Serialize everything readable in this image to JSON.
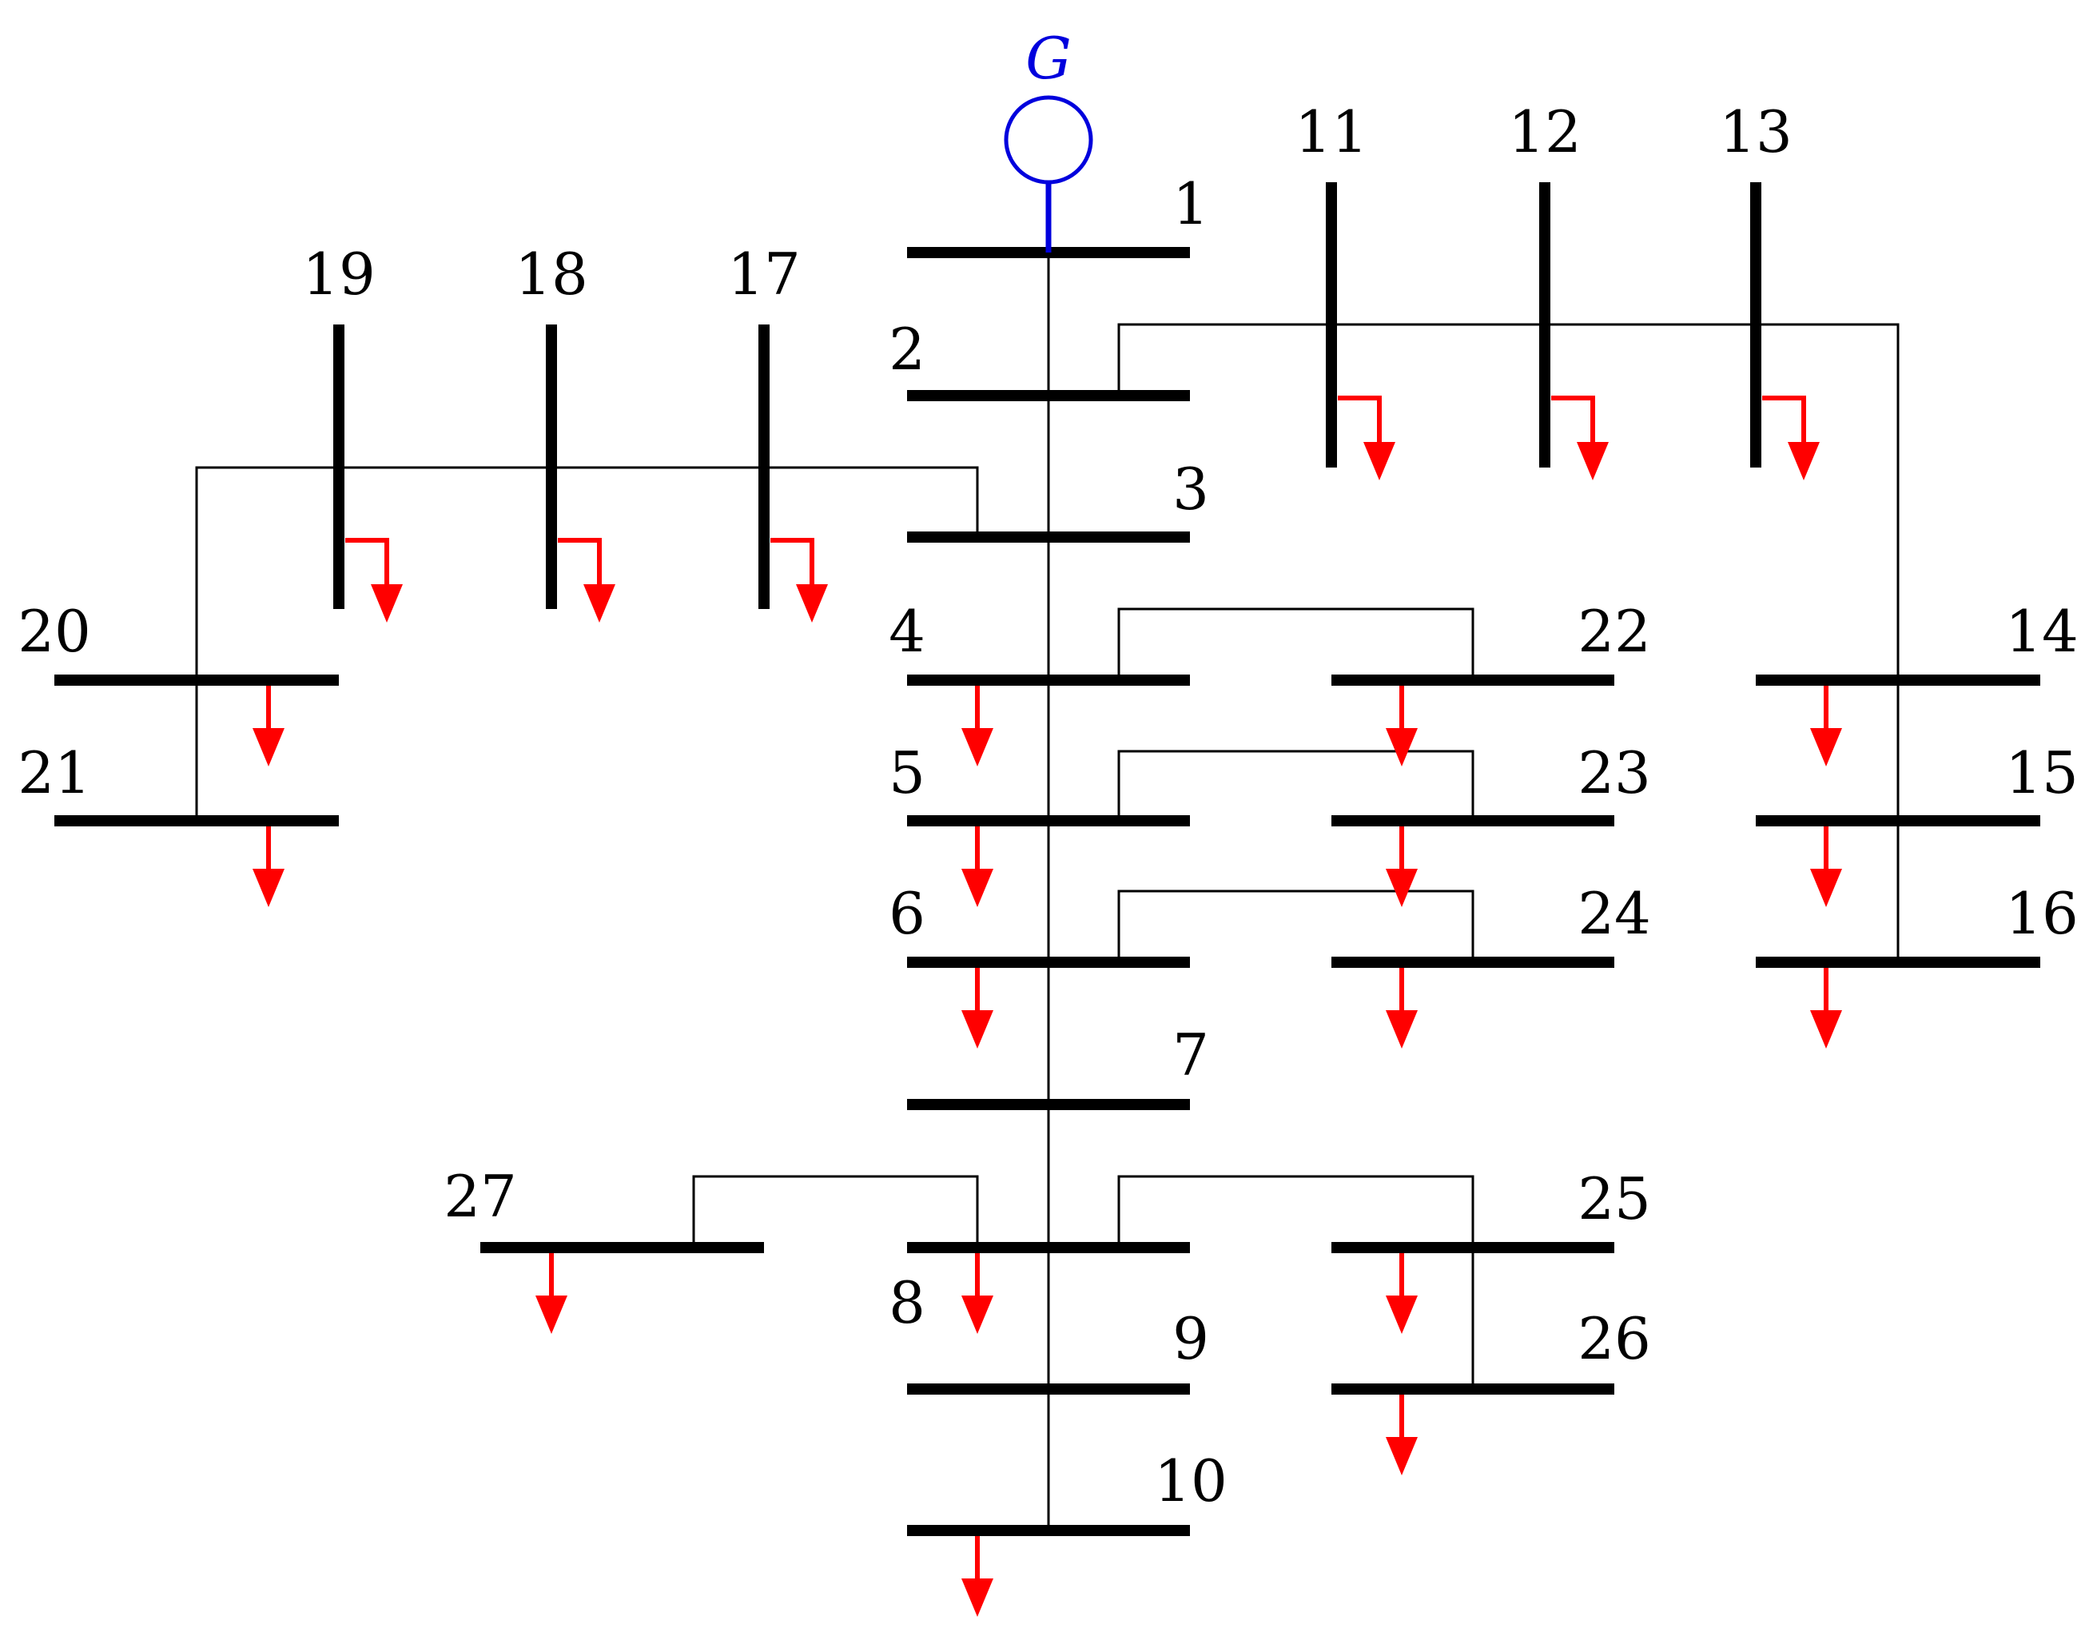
{
  "colors": {
    "bus": "#000000",
    "line": "#000000",
    "load": "#ff0000",
    "generator": "#0000dd",
    "background": "#ffffff"
  },
  "generator": {
    "label": "G",
    "bus": "1"
  },
  "buses": [
    {
      "id": "1"
    },
    {
      "id": "2"
    },
    {
      "id": "3"
    },
    {
      "id": "4"
    },
    {
      "id": "5"
    },
    {
      "id": "6"
    },
    {
      "id": "7"
    },
    {
      "id": "8"
    },
    {
      "id": "9"
    },
    {
      "id": "10"
    },
    {
      "id": "11"
    },
    {
      "id": "12"
    },
    {
      "id": "13"
    },
    {
      "id": "14"
    },
    {
      "id": "15"
    },
    {
      "id": "16"
    },
    {
      "id": "17"
    },
    {
      "id": "18"
    },
    {
      "id": "19"
    },
    {
      "id": "20"
    },
    {
      "id": "21"
    },
    {
      "id": "22"
    },
    {
      "id": "23"
    },
    {
      "id": "24"
    },
    {
      "id": "25"
    },
    {
      "id": "26"
    },
    {
      "id": "27"
    }
  ],
  "branches": [
    [
      "1",
      "2"
    ],
    [
      "2",
      "3"
    ],
    [
      "3",
      "4"
    ],
    [
      "4",
      "5"
    ],
    [
      "5",
      "6"
    ],
    [
      "6",
      "7"
    ],
    [
      "7",
      "8"
    ],
    [
      "8",
      "9"
    ],
    [
      "9",
      "10"
    ],
    [
      "2",
      "11"
    ],
    [
      "11",
      "12"
    ],
    [
      "12",
      "13"
    ],
    [
      "13",
      "14"
    ],
    [
      "14",
      "15"
    ],
    [
      "15",
      "16"
    ],
    [
      "3",
      "17"
    ],
    [
      "17",
      "18"
    ],
    [
      "18",
      "19"
    ],
    [
      "19",
      "20"
    ],
    [
      "20",
      "21"
    ],
    [
      "4",
      "22"
    ],
    [
      "5",
      "23"
    ],
    [
      "6",
      "24"
    ],
    [
      "8",
      "25"
    ],
    [
      "25",
      "26"
    ],
    [
      "8",
      "27"
    ]
  ],
  "loads": [
    "4",
    "5",
    "6",
    "8",
    "10",
    "11",
    "12",
    "13",
    "14",
    "15",
    "16",
    "17",
    "18",
    "19",
    "20",
    "21",
    "22",
    "23",
    "24",
    "25",
    "26",
    "27"
  ]
}
